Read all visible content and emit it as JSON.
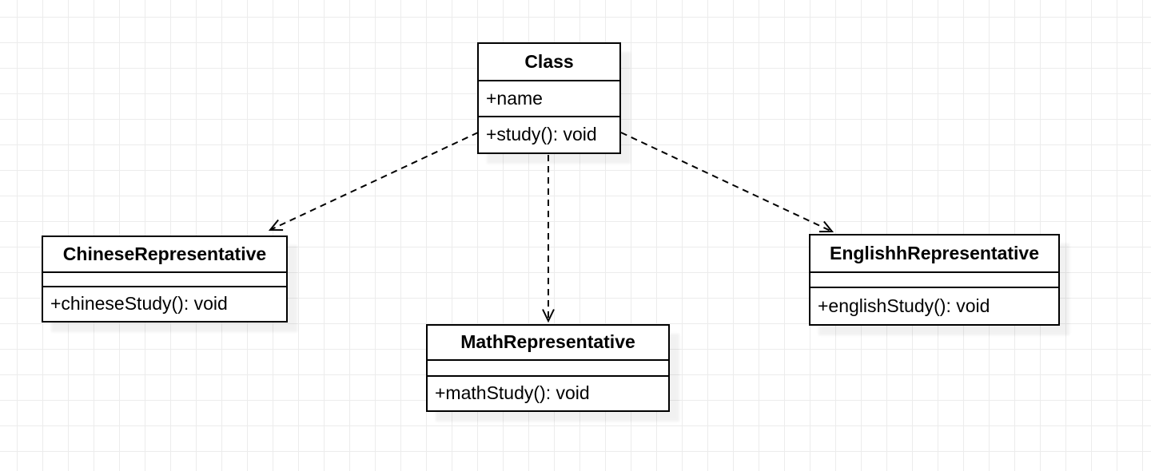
{
  "diagram": {
    "kind": "uml-class-diagram",
    "colors": {
      "stroke": "#000000",
      "fill": "#ffffff",
      "grid": "#ececec",
      "background": "#ffffff"
    },
    "classes": [
      {
        "name": "Class",
        "attributes": [
          "+name"
        ],
        "methods": [
          "+study(): void"
        ]
      },
      {
        "name": "ChineseRepresentative",
        "attributes": [],
        "methods": [
          "+chineseStudy(): void"
        ]
      },
      {
        "name": "MathRepresentative",
        "attributes": [],
        "methods": [
          "+mathStudy(): void"
        ]
      },
      {
        "name": "EnglishhRepresentative",
        "attributes": [],
        "methods": [
          "+englishStudy(): void"
        ]
      }
    ],
    "relations": [
      {
        "from": "Class",
        "to": "ChineseRepresentative",
        "line": "dashed",
        "arrowhead": "open"
      },
      {
        "from": "Class",
        "to": "MathRepresentative",
        "line": "dashed",
        "arrowhead": "open"
      },
      {
        "from": "Class",
        "to": "EnglishhRepresentative",
        "line": "dashed",
        "arrowhead": "open"
      }
    ]
  }
}
